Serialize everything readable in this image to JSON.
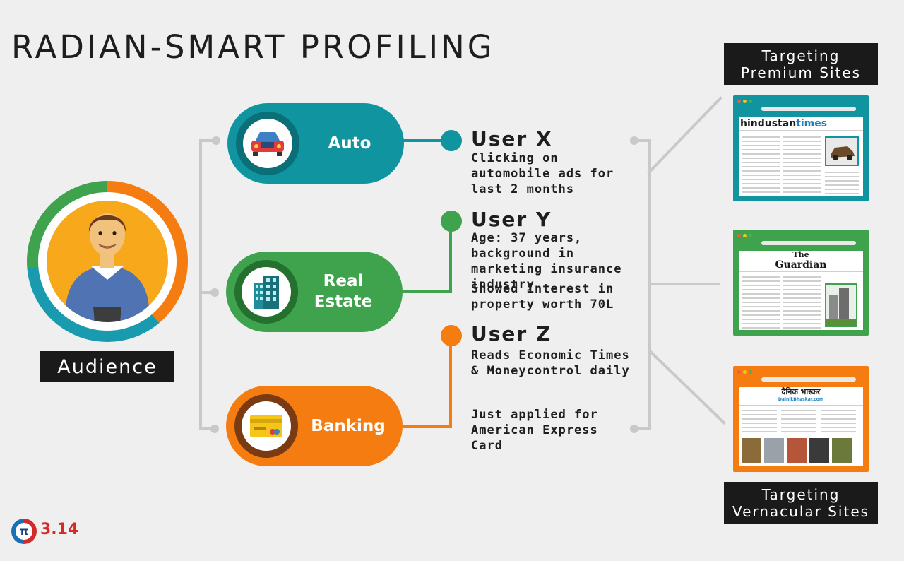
{
  "title": "RADIAN-SMART PROFILING",
  "audience": {
    "label": "Audience"
  },
  "categories": [
    {
      "label": "Auto",
      "color": "#10949f",
      "icon": "car-icon"
    },
    {
      "label": "Real Estate",
      "color": "#3fa34d",
      "icon": "building-icon"
    },
    {
      "label": "Banking",
      "color": "#f47c10",
      "icon": "credit-card-icon"
    }
  ],
  "users": [
    {
      "name": "User X",
      "details": [
        "Clicking on automobile ads for last 2 months"
      ],
      "color": "#10949f"
    },
    {
      "name": "User Y",
      "details": [
        "Age: 37 years, background in marketing insurance industry",
        "Showed interest in property worth 70L"
      ],
      "color": "#3fa34d"
    },
    {
      "name": "User Z",
      "details": [
        "Reads Economic Times & Moneycontrol daily",
        "Just applied for American Express Card"
      ],
      "color": "#f47c10"
    }
  ],
  "targets": {
    "premium_label": "Targeting Premium Sites",
    "vernacular_label": "Targeting Vernacular Sites"
  },
  "sites": [
    {
      "masthead_a": "hindustan",
      "masthead_b": "times",
      "frame_color": "#10949f"
    },
    {
      "masthead_a": "The",
      "masthead_b": "Guardian",
      "frame_color": "#3fa34d"
    },
    {
      "masthead_a": "दैनिक भास्कर",
      "masthead_b": "DainikBhaskar.com",
      "frame_color": "#f47c10"
    }
  ],
  "logo": {
    "symbol": "π",
    "text": "3.14"
  }
}
